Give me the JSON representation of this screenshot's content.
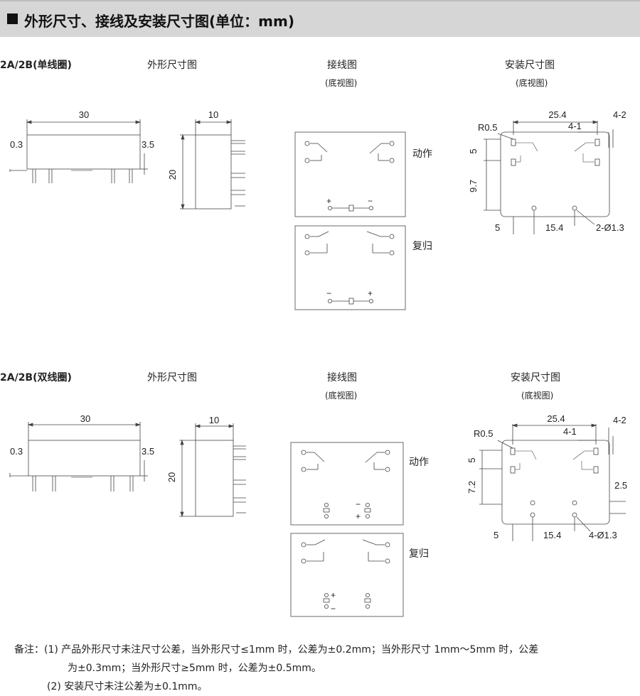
{
  "header": {
    "title": "外形尺寸、接线及安装尺寸图(单位：mm)"
  },
  "section1": {
    "model": "2A/2B(单线圈)",
    "outline_title": "外形尺寸图",
    "wiring_title": "接线图",
    "wiring_sub": "(底视图)",
    "mount_title": "安装尺寸图",
    "mount_sub": "(底视图)",
    "dims": {
      "length": "30",
      "left_gap": "0.3",
      "height_right": "3.5",
      "width": "10",
      "height": "20",
      "m_width": "25.4",
      "m_r": "R0.5",
      "m_41": "4-1",
      "m_42": "4-2",
      "m_5": "5",
      "m_97": "9.7",
      "m_bottom5": "5",
      "m_154": "15.4",
      "m_hole": "2-Ø1.3"
    },
    "states": {
      "operate": "动作",
      "reset": "复归"
    },
    "signs": {
      "plus": "+",
      "minus": "−"
    }
  },
  "section2": {
    "model": "2A/2B(双线圈)",
    "outline_title": "外形尺寸图",
    "wiring_title": "接线图",
    "wiring_sub": "(底视图)",
    "mount_title": "安装尺寸图",
    "mount_sub": "(底视图)",
    "dims": {
      "length": "30",
      "left_gap": "0.3",
      "height_right": "3.5",
      "width": "10",
      "height": "20",
      "m_width": "25.4",
      "m_r": "R0.5",
      "m_41": "4-1",
      "m_42": "4-2",
      "m_5": "5",
      "m_72": "7.2",
      "m_25": "2.5",
      "m_bottom5": "5",
      "m_154": "15.4",
      "m_hole": "4-Ø1.3"
    },
    "states": {
      "operate": "动作",
      "reset": "复归"
    },
    "signs": {
      "plus": "+",
      "minus": "−"
    }
  },
  "notes": {
    "label": "备注：",
    "n1_num": "(1)",
    "n1_line1": "产品外形尺寸未注尺寸公差，当外形尺寸≤1mm 时，公差为±0.2mm；当外形尺寸 1mm～5mm 时，公差",
    "n1_line2": "为±0.3mm；当外形尺寸≥5mm 时，公差为±0.5mm。",
    "n2_num": "(2)",
    "n2_line": "安装尺寸未注公差为±0.1mm。"
  }
}
